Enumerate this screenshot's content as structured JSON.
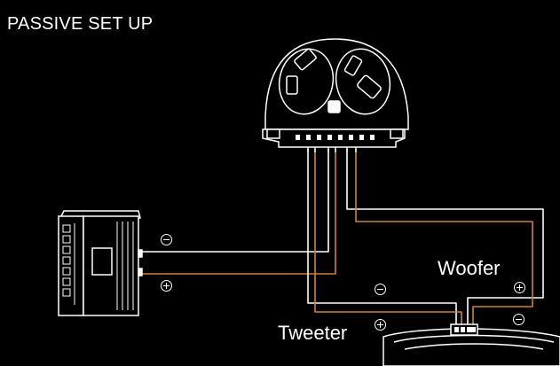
{
  "title": "PASSIVE SET UP",
  "labels": {
    "woofer": "Woofer",
    "tweeter": "Tweeter"
  },
  "polarity": {
    "negative": "−",
    "positive": "+"
  },
  "colors": {
    "background": "#000000",
    "outline": "#ffffff",
    "negative_wire": "#ffffff",
    "positive_wire": "#c8843c"
  },
  "icons": [
    "amplifier-icon",
    "crossover-icon",
    "speaker-icon"
  ]
}
